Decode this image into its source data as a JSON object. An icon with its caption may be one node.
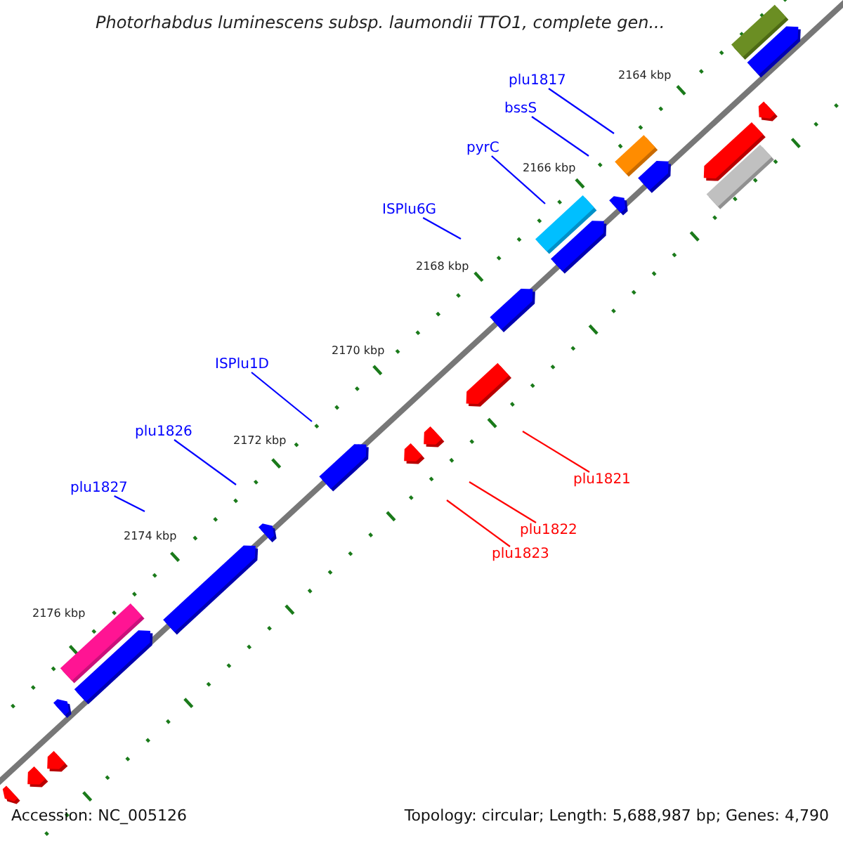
{
  "diagram": {
    "title": "Photorhabdus luminescens subsp. laumondii TTO1, complete gen...",
    "nodes": [
      {
        "text": [
          "plu1817"
        ]
      },
      {
        "text": [
          "bssS"
        ]
      },
      {
        "text": [
          "pyrC"
        ]
      },
      {
        "text": [
          "ISPlu6G"
        ]
      },
      {
        "text": [
          "ISPlu1D"
        ]
      },
      {
        "text": [
          "plu1826"
        ]
      },
      {
        "text": [
          "plu1821"
        ]
      },
      {
        "text": [
          "plu1827"
        ]
      },
      {
        "text": [
          "plu1822"
        ]
      },
      {
        "text": [
          "plu1823"
        ]
      }
    ],
    "edges": [
      {
        "from": 0,
        "to": null,
        "arrow": "none"
      },
      {
        "from": 1,
        "to": null,
        "arrow": "none"
      },
      {
        "from": 2,
        "to": null,
        "arrow": "none"
      },
      {
        "from": 3,
        "to": null,
        "arrow": "none"
      },
      {
        "from": 4,
        "to": null,
        "arrow": "none"
      },
      {
        "from": 5,
        "to": null,
        "arrow": "none"
      },
      {
        "from": 6,
        "to": null,
        "arrow": "none",
        "color": "#ff0000"
      },
      {
        "from": 7,
        "to": null,
        "arrow": "none"
      },
      {
        "from": 8,
        "to": null,
        "arrow": "none",
        "color": "#ff0000"
      },
      {
        "from": 9,
        "to": null,
        "arrow": "none",
        "color": "#ff0000"
      }
    ],
    "labels": [
      "2164 kbp",
      "2166 kbp",
      "2168 kbp",
      "2170 kbp",
      "2172 kbp",
      "2174 kbp",
      "2176 kbp",
      "Accession: NC_005126",
      "Topology: circular; Length: 5,688,987 bp; Genes: 4,790"
    ]
  }
}
